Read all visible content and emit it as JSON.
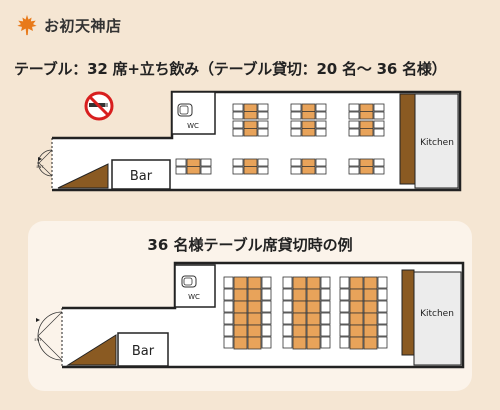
{
  "header": {
    "title": "お初天神店",
    "logo_icon": "maple-leaf-icon",
    "logo_color": "#e87a1a"
  },
  "subtitle": "テーブル：32 席+立ち飲み（テーブル貸切：20 名～ 36 名様）",
  "floor_plan_1": {
    "no_smoking_icon": "no-smoking-icon",
    "wc_label": "WC",
    "bar_label": "Bar",
    "kitchen_label": "Kitchen",
    "entrance_icon": "door-swing-icon",
    "entrance_label": "ENT"
  },
  "floor_plan_2": {
    "caption": "36 名様テーブル席貸切時の例",
    "wc_label": "WC",
    "bar_label": "Bar",
    "kitchen_label": "Kitchen",
    "entrance_icon": "door-swing-icon",
    "entrance_label": "ENT"
  },
  "colors": {
    "background": "#f5e6d3",
    "table": "#e8a35a",
    "chair": "#ffffff",
    "counter": "#8a5a22",
    "kitchen": "#ececec",
    "wall": "#222222"
  }
}
